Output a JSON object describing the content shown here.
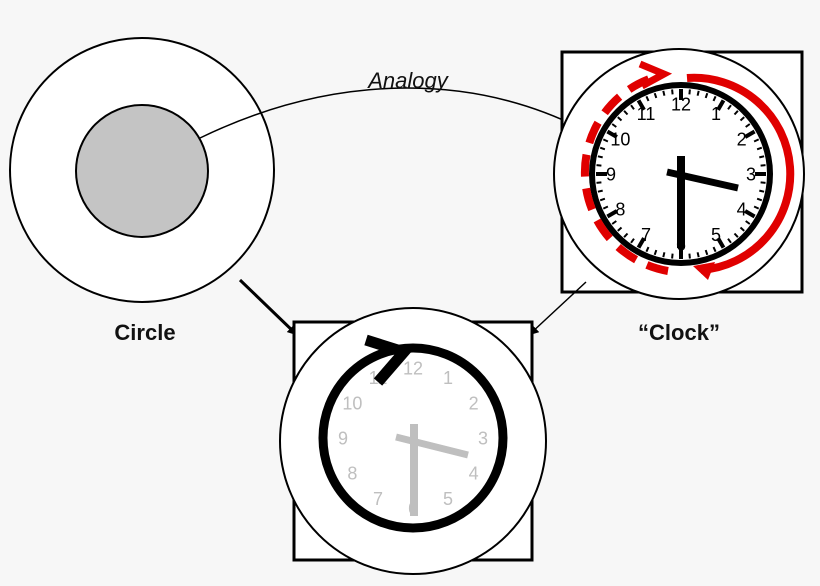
{
  "labels": {
    "analogy": "Analogy",
    "circle": "Circle",
    "clock": "“Clock”"
  },
  "clock_numerals": [
    "12",
    "1",
    "2",
    "3",
    "4",
    "5",
    "6",
    "7",
    "8",
    "9",
    "10",
    "11"
  ],
  "colors": {
    "background": "#f7f7f7",
    "stroke": "#000000",
    "inner_disc": "#c4c4c4",
    "accent_red": "#e00000",
    "faded_gray": "#bfbfbf"
  }
}
